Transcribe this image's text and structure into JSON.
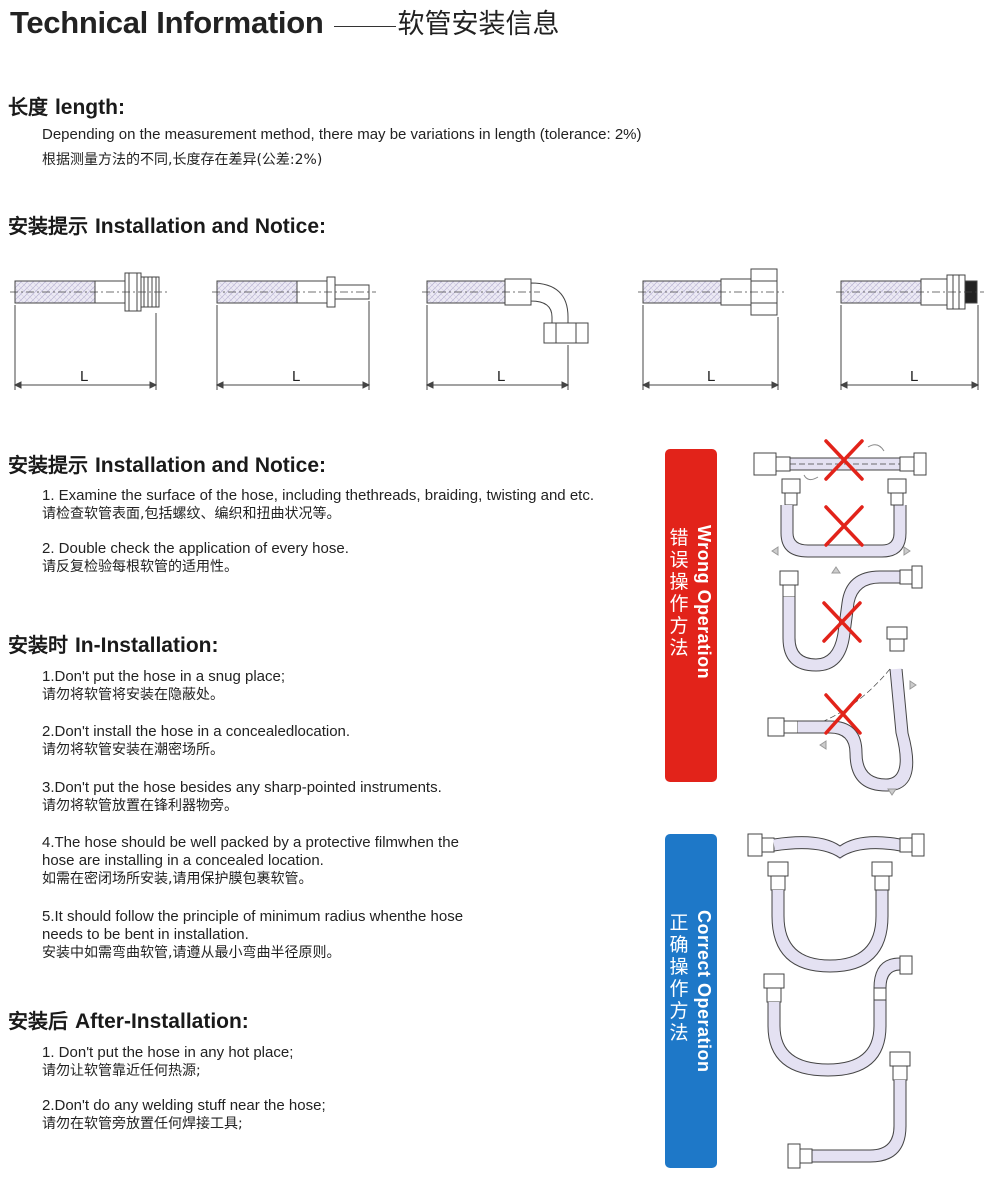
{
  "title": {
    "en": "Technical Information",
    "cn": "软管安装信息"
  },
  "length": {
    "heading_cn": "长度",
    "heading_en": "length:",
    "text_en": "Depending on the measurement method, there may be variations in length (tolerance: 2%)",
    "text_cn": "根据测量方法的不同,长度存在差异(公差:2%)"
  },
  "install_notice_1": {
    "heading_cn": "安装提示",
    "heading_en": "Installation and Notice:",
    "dimension_label": "L"
  },
  "install_notice_2": {
    "heading_cn": "安装提示",
    "heading_en": "Installation and Notice:",
    "items": [
      {
        "en": "1. Examine the surface of the hose, including thethreads, braiding, twisting and etc.",
        "cn": "请检查软管表面,包括螺纹、编织和扭曲状况等。"
      },
      {
        "en": "2. Double check the application of every hose.",
        "cn": "请反复检验每根软管的适用性。"
      }
    ]
  },
  "in_installation": {
    "heading_cn": "安装时",
    "heading_en": "In-Installation:",
    "items": [
      {
        "en": [
          "1.Don't put the hose in a snug place;"
        ],
        "cn": "请勿将软管将安装在隐蔽处。"
      },
      {
        "en": [
          "2.Don't install the hose in a concealedlocation."
        ],
        "cn": "请勿将软管安装在潮密场所。"
      },
      {
        "en": [
          "3.Don't put the hose besides any sharp-pointed instruments."
        ],
        "cn": "请勿将软管放置在锋利器物旁。"
      },
      {
        "en": [
          "4.The hose should be well packed by a protective filmwhen the",
          "hose are installing in a concealed location."
        ],
        "cn": "如需在密闭场所安装,请用保护膜包裹软管。"
      },
      {
        "en": [
          "5.It should follow the principle of minimum radius whenthe hose",
          "needs to be bent in installation."
        ],
        "cn": "安装中如需弯曲软管,请遵从最小弯曲半径原则。"
      }
    ]
  },
  "after_installation": {
    "heading_cn": "安装后",
    "heading_en": "After-Installation:",
    "items": [
      {
        "en": "1. Don't put the hose in any hot place;",
        "cn": "请勿让软管靠近任何热源;"
      },
      {
        "en": "2.Don't do any welding stuff near the hose;",
        "cn": "请勿在软管旁放置任何焊接工具;"
      }
    ]
  },
  "wrong_operation": {
    "cn": "错误操作方法",
    "en": "Wrong Operation",
    "color": "#e2231a"
  },
  "correct_operation": {
    "cn": "正确操作方法",
    "en": "Correct Operation",
    "color": "#1e78c8"
  }
}
